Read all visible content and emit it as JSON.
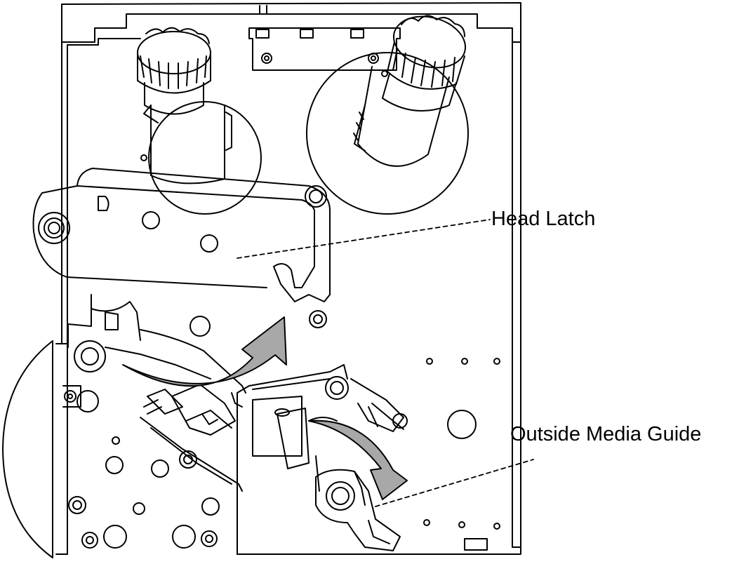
{
  "diagram": {
    "callouts": [
      {
        "id": "head-latch",
        "text": "Head Latch"
      },
      {
        "id": "outside-media-guide",
        "text": "Outside Media Guide"
      }
    ],
    "colors": {
      "line": "#000000",
      "arrow_fill": "#a8a8a8",
      "background": "#ffffff"
    }
  }
}
